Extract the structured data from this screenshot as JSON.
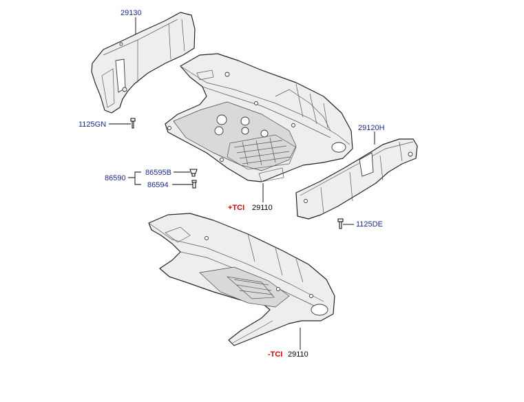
{
  "labels": {
    "part_29130": "29130",
    "part_1125GN": "1125GN",
    "part_86590": "86590",
    "part_86595B": "86595B",
    "part_86594": "86594",
    "part_29120H": "29120H",
    "part_1125DE": "1125DE",
    "part_29110_upper": "29110",
    "part_29110_lower": "29110",
    "variant_plus_tci": "+TCI",
    "variant_minus_tci": "-TCI"
  },
  "colors": {
    "link": "#1c2a8c",
    "variant": "#d40000",
    "line": "#000000"
  }
}
